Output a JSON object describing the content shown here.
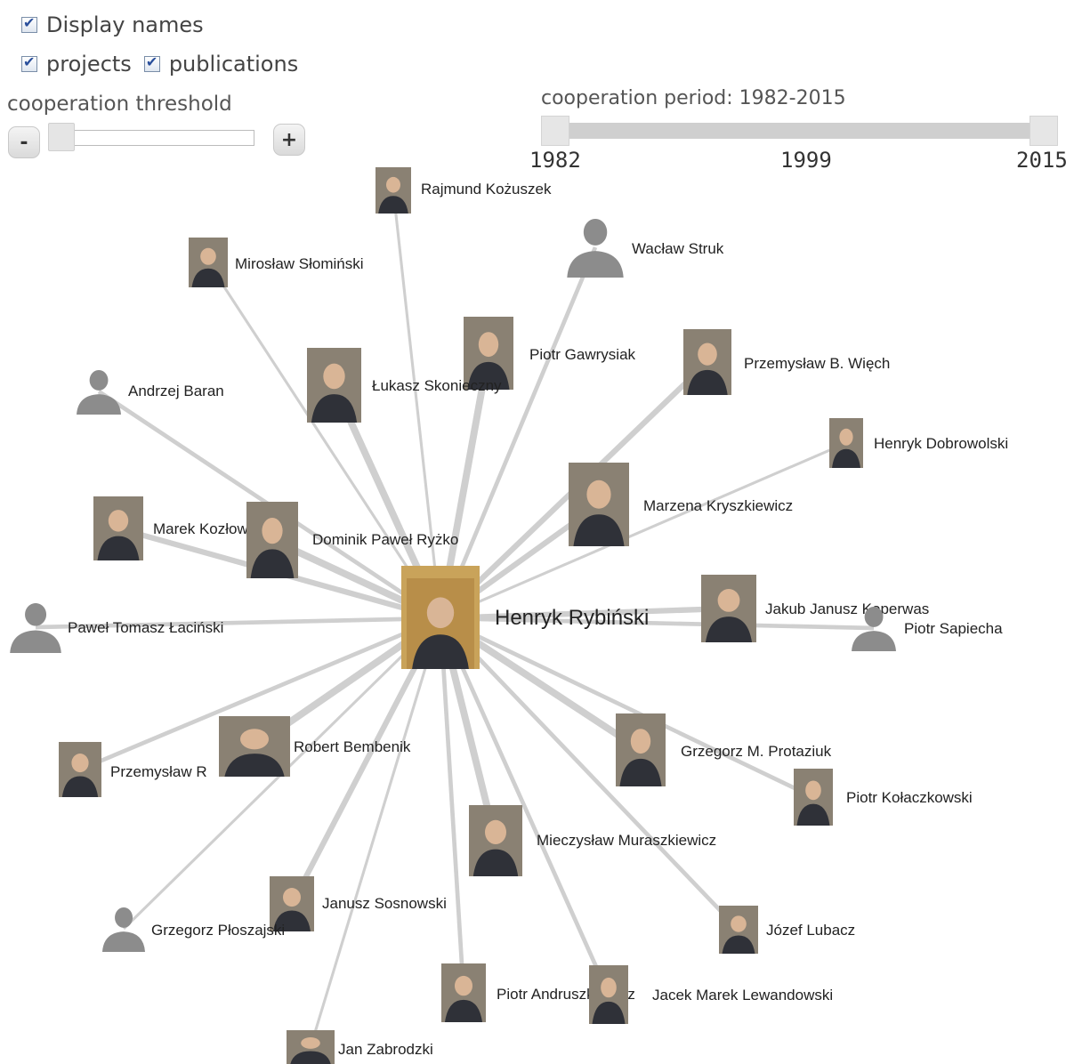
{
  "controls": {
    "display_names": {
      "label": "Display names",
      "checked": true
    },
    "projects": {
      "label": "projects",
      "checked": true
    },
    "publications": {
      "label": "publications",
      "checked": true
    },
    "threshold": {
      "label": "cooperation threshold",
      "minus": "-",
      "plus": "+",
      "value": 0.0
    },
    "period": {
      "label": "cooperation period: 1982-2015",
      "ticks": [
        "1982",
        "1999",
        "2015"
      ],
      "start": 1982,
      "end": 2015
    }
  },
  "graph": {
    "center": {
      "name": "Henryk Rybiński",
      "photo": true
    },
    "nodes": [
      {
        "name": "Rajmund Kożuszek",
        "photo": true,
        "weight": 1
      },
      {
        "name": "Wacław Struk",
        "photo": false,
        "weight": 2
      },
      {
        "name": "Mirosław Słomiński",
        "photo": true,
        "weight": 1
      },
      {
        "name": "Piotr Gawrysiak",
        "photo": true,
        "weight": 4
      },
      {
        "name": "Przemysław B. Więch",
        "photo": true,
        "weight": 3
      },
      {
        "name": "Łukasz Skonieczny",
        "photo": true,
        "weight": 4
      },
      {
        "name": "Andrzej Baran",
        "photo": false,
        "weight": 2
      },
      {
        "name": "Henryk Dobrowolski",
        "photo": true,
        "weight": 1
      },
      {
        "name": "Marzena Kryszkiewicz",
        "photo": true,
        "weight": 3
      },
      {
        "name": "Marek Kozłowski",
        "photo": true,
        "weight": 3
      },
      {
        "name": "Dominik Paweł Ryżko",
        "photo": true,
        "weight": 4
      },
      {
        "name": "Paweł Tomasz Łaciński",
        "photo": false,
        "weight": 2
      },
      {
        "name": "Jakub Janusz Koperwas",
        "photo": true,
        "weight": 3
      },
      {
        "name": "Piotr Sapiecha",
        "photo": false,
        "weight": 2
      },
      {
        "name": "Grzegorz M. Protaziuk",
        "photo": true,
        "weight": 4
      },
      {
        "name": "Robert Bembenik",
        "photo": true,
        "weight": 4
      },
      {
        "name": "Przemysław R",
        "photo": true,
        "weight": 2
      },
      {
        "name": "Piotr Kołaczkowski",
        "photo": true,
        "weight": 2
      },
      {
        "name": "Mieczysław Muraszkiewicz",
        "photo": true,
        "weight": 4
      },
      {
        "name": "Janusz Sosnowski",
        "photo": true,
        "weight": 3
      },
      {
        "name": "Grzegorz Płoszajski",
        "photo": false,
        "weight": 1
      },
      {
        "name": "Józef Lubacz",
        "photo": true,
        "weight": 2
      },
      {
        "name": "Piotr Andruszkiewicz",
        "photo": true,
        "weight": 2
      },
      {
        "name": "Jacek Marek Lewandowski",
        "photo": true,
        "weight": 2
      },
      {
        "name": "Jan Zabrodzki",
        "photo": true,
        "weight": 1
      }
    ]
  },
  "colors": {
    "edge": "#cfcfcf",
    "silhouette": "#8c8c8c",
    "photo_bg": "#8a8173",
    "center_photo": "#c9a35a"
  }
}
